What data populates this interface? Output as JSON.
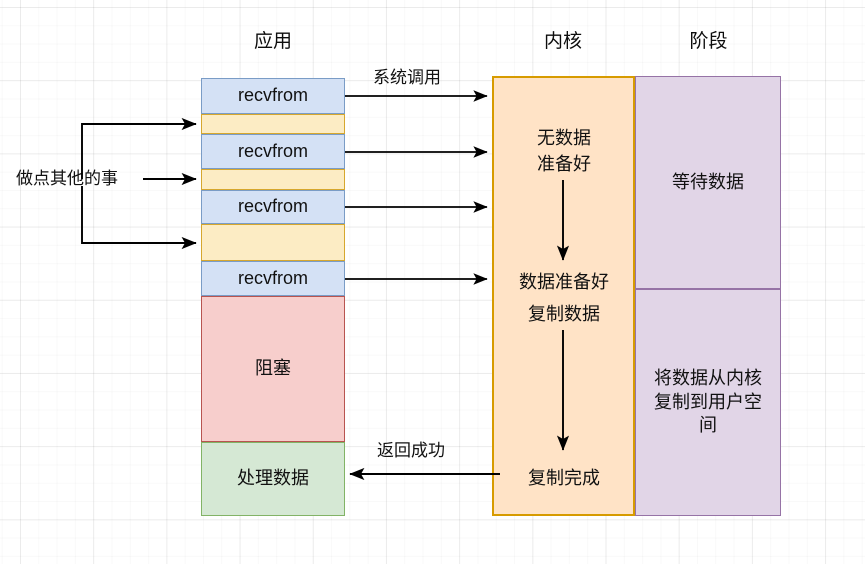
{
  "headers": {
    "app": "应用",
    "kernel": "内核",
    "phase": "阶段"
  },
  "app_column": {
    "blocks": [
      {
        "label": "recvfrom",
        "type": "recvfrom"
      },
      {
        "label": "",
        "type": "idle"
      },
      {
        "label": "recvfrom",
        "type": "recvfrom"
      },
      {
        "label": "",
        "type": "idle"
      },
      {
        "label": "recvfrom",
        "type": "recvfrom"
      },
      {
        "label": "",
        "type": "idle"
      },
      {
        "label": "recvfrom",
        "type": "recvfrom"
      },
      {
        "label": "阻塞",
        "type": "blocking"
      },
      {
        "label": "处理数据",
        "type": "process"
      }
    ]
  },
  "kernel_column": {
    "no_data": "无数据\n准备好",
    "no_data_line1": "无数据",
    "no_data_line2": "准备好",
    "data_ready": "数据准备好",
    "copy_data": "复制数据",
    "copy_done": "复制完成"
  },
  "phase_column": {
    "waiting": "等待数据",
    "copying": "将数据从内核复制到用户空间"
  },
  "labels": {
    "syscall": "系统调用",
    "do_other_things": "做点其他的事",
    "return_success": "返回成功"
  },
  "colors": {
    "recvfrom_fill": "#d4e1f5",
    "recvfrom_stroke": "#7a9cc6",
    "idle_fill": "#fcecc4",
    "idle_stroke": "#d6a72e",
    "blocking_fill": "#f7cecc",
    "blocking_stroke": "#b85450",
    "process_fill": "#d5e8d4",
    "process_stroke": "#82b366",
    "kernel_fill": "#ffe3c6",
    "kernel_stroke": "#d79b00",
    "phase_fill": "#e1d5e7",
    "phase_stroke": "#9673a6",
    "arrow": "#000000"
  }
}
